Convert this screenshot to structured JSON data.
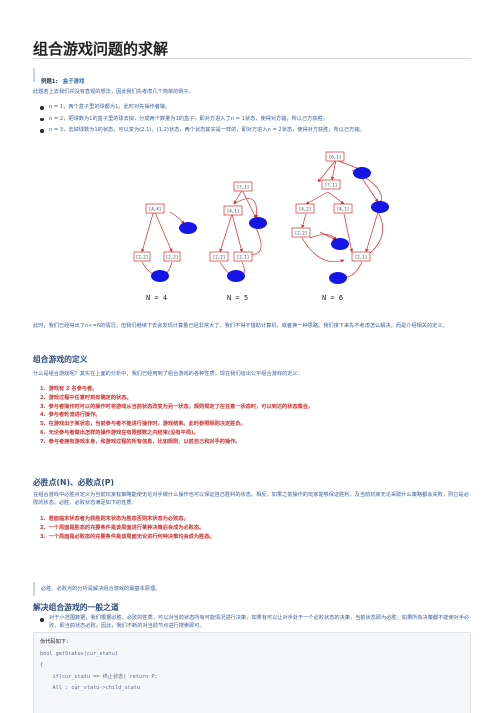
{
  "title": "组合游戏问题的求解",
  "example": {
    "label": "例题1:",
    "name": "盒子游戏"
  },
  "intro": "此题若上去我们并没有直观的想法，因此我们先考虑几个简单的例子。",
  "cases": [
    "n = 1，两个盒子里的球都为1，此时对先操作者输。",
    "n = 2，把球数为1的盒子里的球去掉，分成两个数量为1的盒子，即对方进入了n = 1状态，使得对方输，所以己方获胜。",
    "n = 3，去掉球数为1的状态，可以变为(2,1)，(1,2)状态，两个状态其实是一样的，即对方进入n = 2状态，使得对方获胜，所以己方输。"
  ],
  "figure": {
    "captions": [
      "N = 4",
      "N = 5",
      "N = 6"
    ],
    "nodes_g1": [
      "[4,4]",
      "[2,2]",
      "[2,2]"
    ],
    "nodes_g2": [
      "[?,1]",
      "[4,1]",
      "[2,2]",
      "[2,1]"
    ],
    "nodes_g3": [
      "[6,1]",
      "[?,1]",
      "[4,2]",
      "[4,1]",
      "[2,2]",
      "[2,1]"
    ]
  },
  "after_figure": "此时，我们已经得出了n<=6的情况，但我们继续下去会发现计算量已经非常大了，我们不得不借助计算机，或者换一种思路。我们接下来先不考虑怎么解决，而是介绍相关的定义。",
  "sec_def": {
    "heading": "组合游戏的定义",
    "lead": "什么是组合游戏呢？其实在上面的分析中，我们已经用到了组合游戏的各种性质，现在我们给出公平组合游戏的定义：",
    "items": [
      "游戏有 2 名参与者。",
      "游戏过程中任意时刻有确定的状态。",
      "参与者操作时可以的操作时将游戏从当前状态改变为另一状态，规则规定了在任意一状态时，可以到达的状态集合。",
      "参与者轮流进行操作。",
      "在游戏出于某状态，当前参与者不能进行操作时，游戏结束。此时参照规则决定胜负。",
      "无论参与者做出怎样的操作游戏在有限部数之内结束(没有平局)。",
      "参与者拥有游戏本身，和游戏过程的所有信息，比如规则、以前自己和对手的操作。"
    ]
  },
  "sec_np": {
    "heading": "必胜点(N)、必败点(P)",
    "lead": "在组合游戏中必胜点定义为当前玩家有策略能使无论对手做什么操作也可以保证自己胜利的状态。相反，如果之前操作的玩家能够保证胜利，及当前玩家无论采取什么策略都会失败，则它是必败的状态。必胜、必败状态满足如下的性质：",
    "items": [
      "若面临末状态者为获胜则末状态为胜态否则末状态为必败态。",
      "一个局面是胜态的充要条件是该局面进行某种决策后会成为必败态。",
      "一个局面是必败态的充要条件是该局面无论进行何种决策均会成为胜态。"
    ]
  },
  "note": "必胜、必败点的分析是解决组合游戏的最基本原理。",
  "sec_general": {
    "heading": "解决组合游戏的一般之道",
    "text": "对于小范围数据，我们根据必胜、必败的性质，可以对当前状态所有可能情况进行决策，如果有可以让对手处于一个必败状态的决策，当前状态即为必胜；如果所有决策都不能使对手必败，即当前状态必败。因此，我们不断的对当前节点进行搜索即可。"
  },
  "code": {
    "header": "伪代码如下：",
    "lines": [
      "bool getStatus(cur_statu)",
      "{",
      "    if(cur_statu == 终止状态) return P;",
      "",
      "    All : cur_statu->child_statu"
    ]
  }
}
